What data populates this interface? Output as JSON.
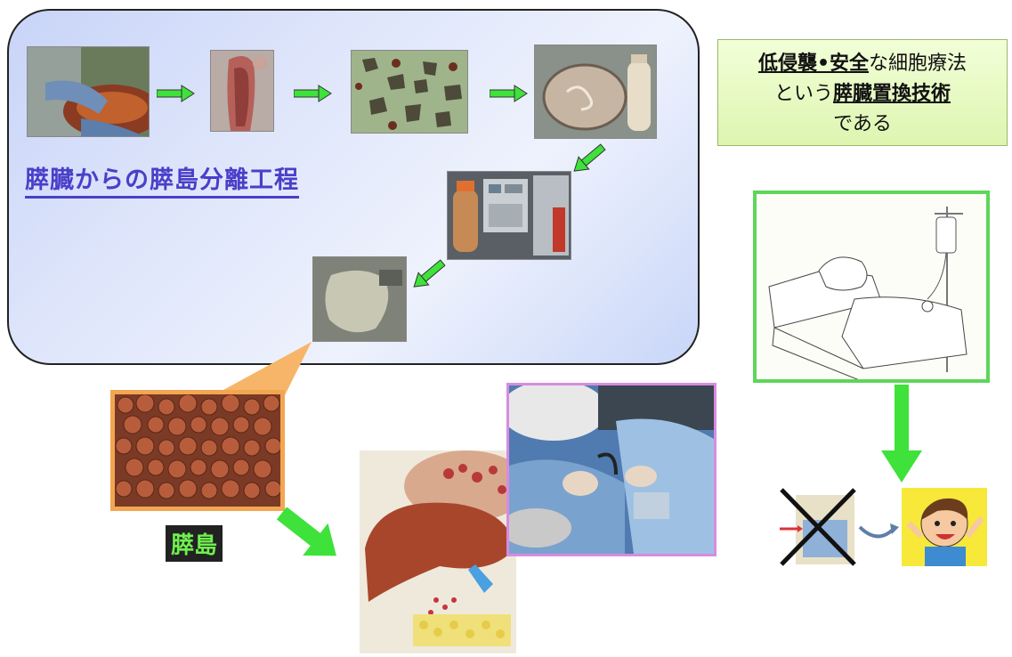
{
  "process": {
    "title": "膵臓からの膵島分離工程"
  },
  "info_box": {
    "line1_a": "低侵襲",
    "line1_sep": "•",
    "line1_b": "安全",
    "line1_c": "な細胞療法",
    "line2_a": "という",
    "line2_b": "膵臓置換技術",
    "line3": "である"
  },
  "islet": {
    "label": "膵島"
  },
  "colors": {
    "panel_border": "#222222",
    "title_blue": "#4a3fc9",
    "arrow_green": "#3ee23a",
    "islet_frame": "#f2a651",
    "surgery_frame": "#d88be0",
    "patient_frame": "#5dd65a"
  }
}
